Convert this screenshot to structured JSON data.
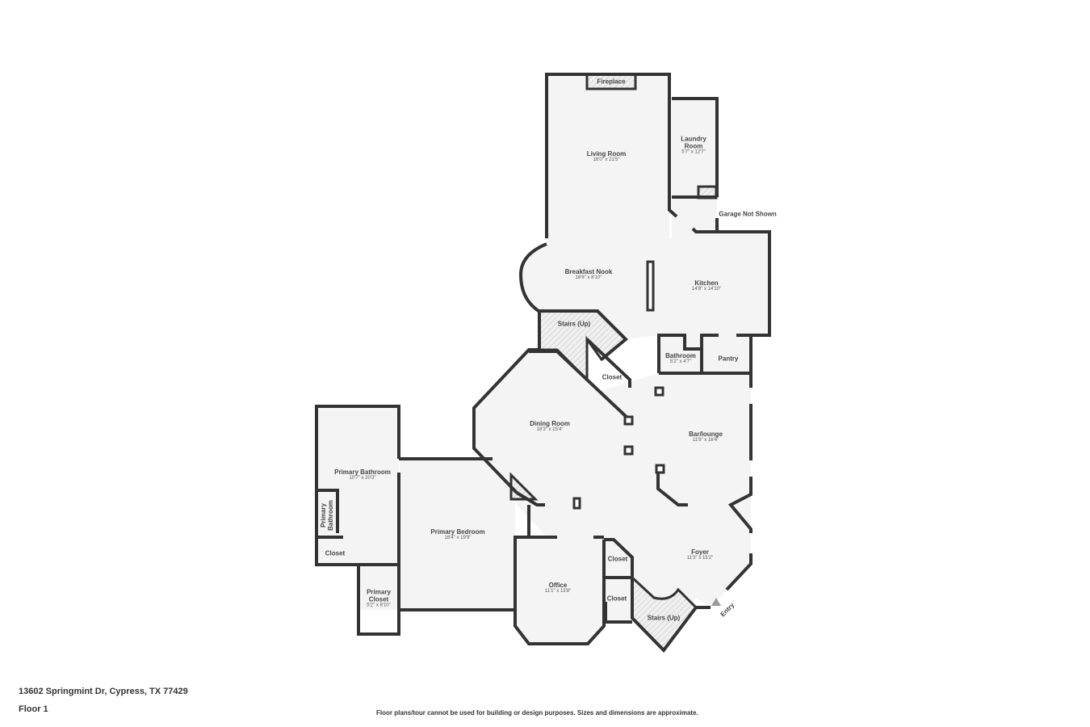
{
  "rooms": {
    "fireplace": {
      "name": "Fireplace"
    },
    "living_room": {
      "name": "Living Room",
      "dim": "16'0\" x 21'5\""
    },
    "laundry_room": {
      "name": "Laundry Room",
      "dim": "5'7\" x 12'7\""
    },
    "garage": {
      "name": "Garage Not Shown"
    },
    "breakfast_nook": {
      "name": "Breakfast Nook",
      "dim": "16'6\" x 8'10\""
    },
    "kitchen": {
      "name": "Kitchen",
      "dim": "14'8\" x 14'10\""
    },
    "stairs_up_1": {
      "name": "Stairs (Up)"
    },
    "bathroom": {
      "name": "Bathroom",
      "dim": "5'2\" x 4'7\""
    },
    "pantry": {
      "name": "Pantry"
    },
    "closet_1": {
      "name": "Closet"
    },
    "dining_room": {
      "name": "Dining Room",
      "dim": "18'3\" x 15'4\""
    },
    "bar_lounge": {
      "name": "Bar/lounge",
      "dim": "11'9\" x 16'4\""
    },
    "primary_bathroom": {
      "name": "Primary Bathroom",
      "dim": "10'7\" x 20'3\""
    },
    "primary_bathroom_2": {
      "name": "Primary Bathroom"
    },
    "closet_2": {
      "name": "Closet"
    },
    "primary_closet": {
      "name": "Primary Closet",
      "dim": "5'2\" x 8'10\""
    },
    "primary_bedroom": {
      "name": "Primary Bedroom",
      "dim": "16'4\" x 19'9\""
    },
    "office": {
      "name": "Office",
      "dim": "11'1\" x 13'8\""
    },
    "closet_3": {
      "name": "Closet"
    },
    "closet_4": {
      "name": "Closet"
    },
    "foyer": {
      "name": "Foyer",
      "dim": "11'3\" x 15'2\""
    },
    "stairs_up_2": {
      "name": "Stairs (Up)"
    },
    "entry": {
      "name": "Entry"
    }
  },
  "footer": {
    "address": "13602 Springmint Dr, Cypress, TX 77429",
    "floor": "Floor 1",
    "disclaimer": "Floor plans/tour cannot be used for building or design purposes. Sizes and dimensions are approximate."
  },
  "colors": {
    "wall": "#333333",
    "floor": "#f4f4f4",
    "text": "#444444"
  }
}
